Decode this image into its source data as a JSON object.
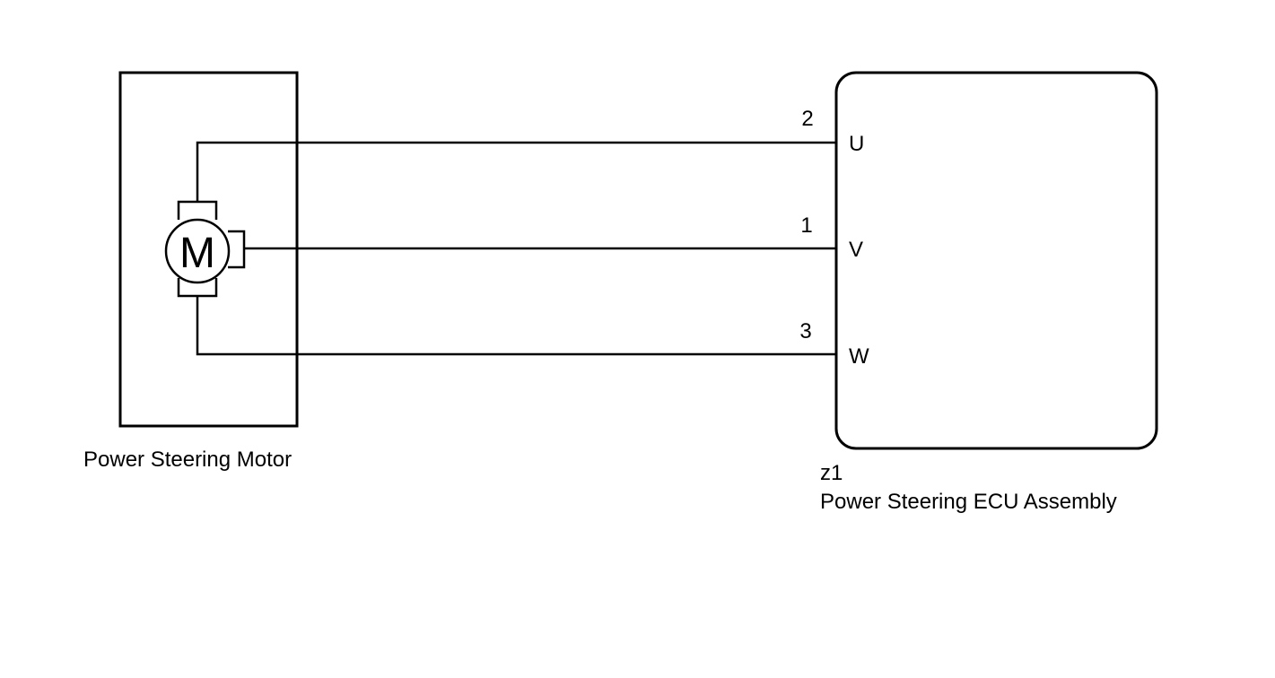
{
  "motor": {
    "name": "Power Steering Motor",
    "symbol_letter": "M"
  },
  "ecu": {
    "connector_id": "z1",
    "name": "Power Steering ECU Assembly"
  },
  "wires": [
    {
      "pin_number": "2",
      "terminal": "U"
    },
    {
      "pin_number": "1",
      "terminal": "V"
    },
    {
      "pin_number": "3",
      "terminal": "W"
    }
  ],
  "colors": {
    "line": "#000000",
    "background": "#ffffff"
  }
}
